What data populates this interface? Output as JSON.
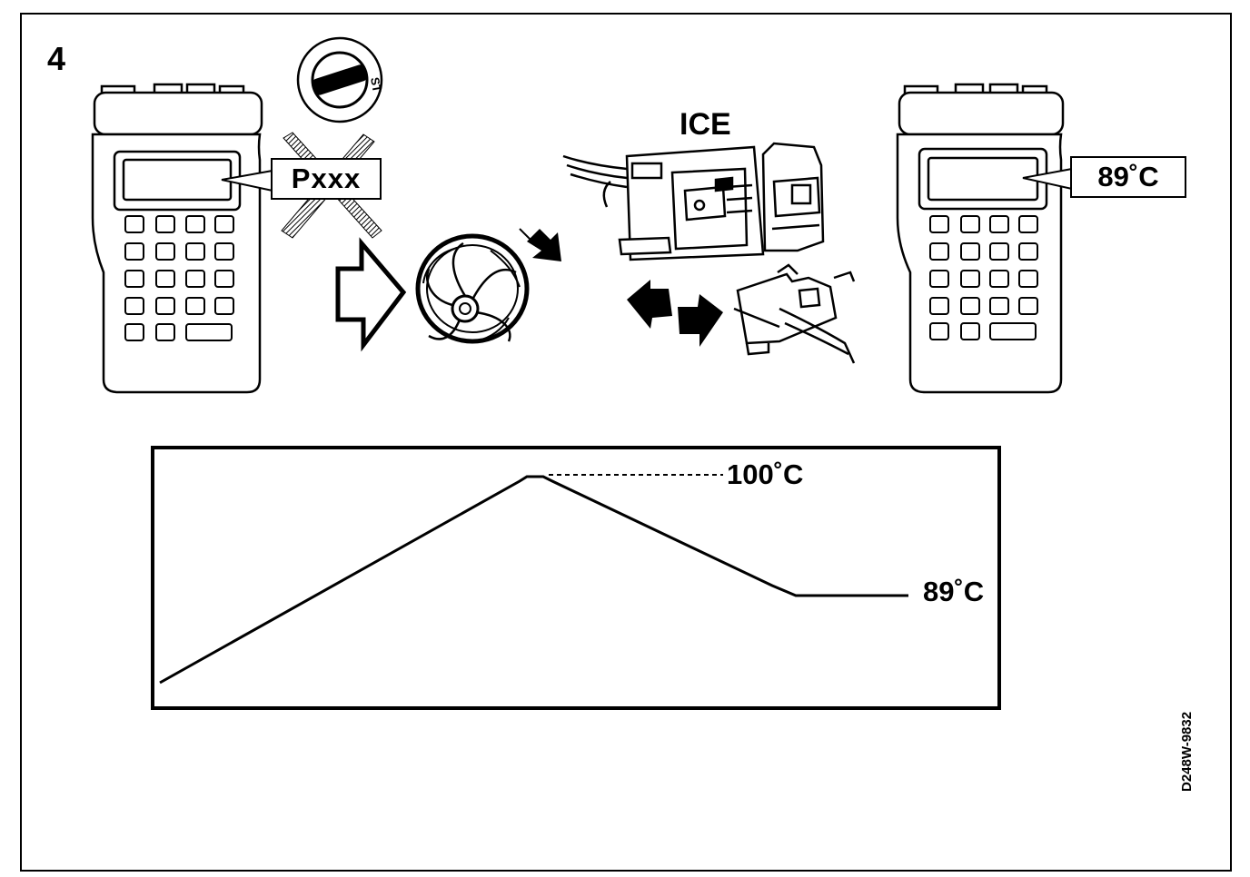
{
  "step_number": "4",
  "tester_left": {
    "display_code": "Pxxx"
  },
  "ignition": {
    "key_label": "ST"
  },
  "connector": {
    "label": "ICE"
  },
  "tester_right": {
    "display_value": "89˚C"
  },
  "graph": {
    "peak_label": "100˚C",
    "steady_label": "89˚C"
  },
  "document_id": "D248W-9832"
}
